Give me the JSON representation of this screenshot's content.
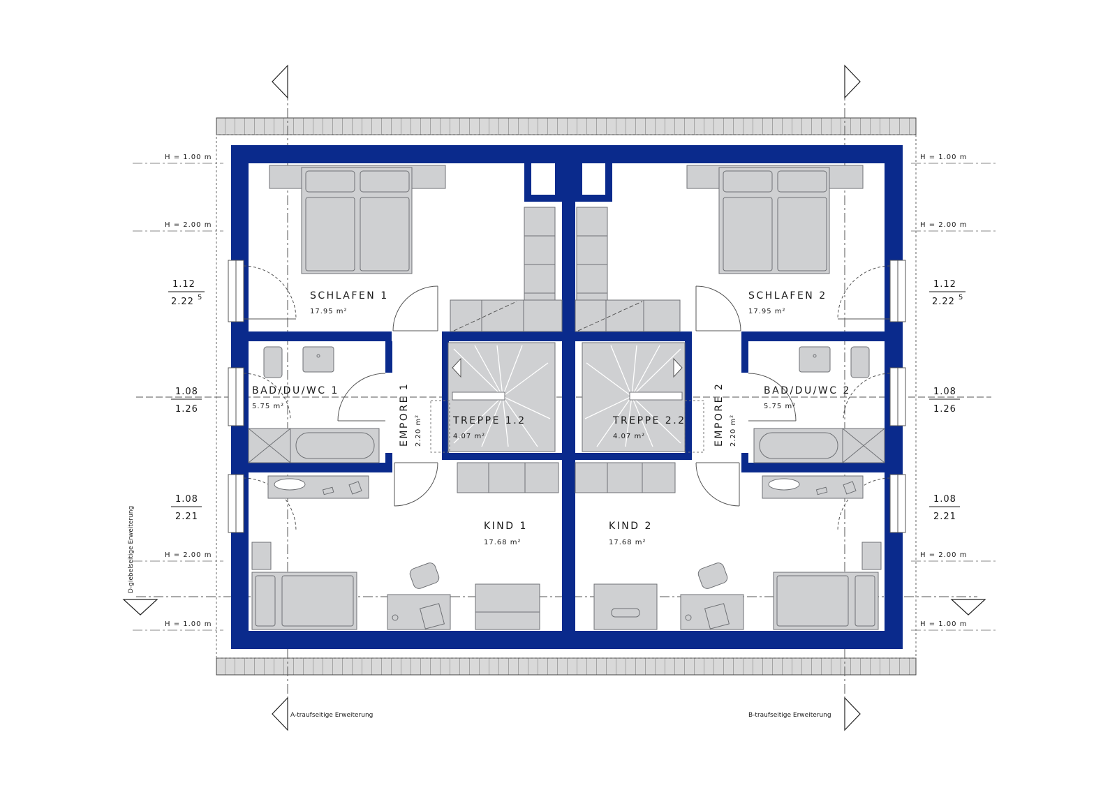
{
  "colors": {
    "wall": "#0a2a8c",
    "furniture": "#cfd0d2",
    "furniture_stroke": "#6f7175",
    "roof": "#d9d9d9"
  },
  "rooms": {
    "schlafen1": {
      "name": "SCHLAFEN 1",
      "area": "17.95 m²"
    },
    "schlafen2": {
      "name": "SCHLAFEN 2",
      "area": "17.95 m²"
    },
    "bad1": {
      "name": "BAD/DU/WC 1",
      "area": "5.75 m²"
    },
    "bad2": {
      "name": "BAD/DU/WC 2",
      "area": "5.75 m²"
    },
    "empore1": {
      "name": "EMPORE 1",
      "area": "2.20 m²"
    },
    "empore2": {
      "name": "EMPORE 2",
      "area": "2.20 m²"
    },
    "treppe1": {
      "name": "TREPPE 1.2",
      "area": "4.07 m²"
    },
    "treppe2": {
      "name": "TREPPE 2.2",
      "area": "4.07 m²"
    },
    "kind1": {
      "name": "KIND 1",
      "area": "17.68 m²"
    },
    "kind2": {
      "name": "KIND 2",
      "area": "17.68 m²"
    }
  },
  "heights": {
    "h100": "H = 1.00 m",
    "h200": "H = 2.00 m"
  },
  "windows": {
    "top": {
      "upper": "1.12",
      "lower": "2.22",
      "sup": "5"
    },
    "mid": {
      "upper": "1.08",
      "lower": "1.26"
    },
    "bottom": {
      "upper": "1.08",
      "lower": "2.21"
    }
  },
  "notes": {
    "a_side": "A-traufseitige Erweiterung",
    "b_side": "B-traufseitige Erweiterung",
    "d_side": "D-giebelseitige Erweiterung"
  }
}
